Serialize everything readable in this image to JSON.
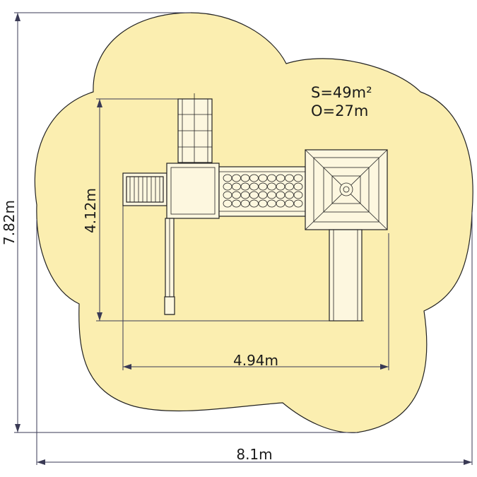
{
  "colors": {
    "safety_zone_fill": "#fbeeb0",
    "outline": "#222222",
    "structure_fill": "#fdf7df",
    "dimension_line": "#3a3a55"
  },
  "area_label": "S=49m²",
  "perimeter_label": "O=27m",
  "dimensions": {
    "total_width": "8.1m",
    "total_height": "7.82m",
    "structure_width": "4.94m",
    "structure_height": "4.12m"
  }
}
